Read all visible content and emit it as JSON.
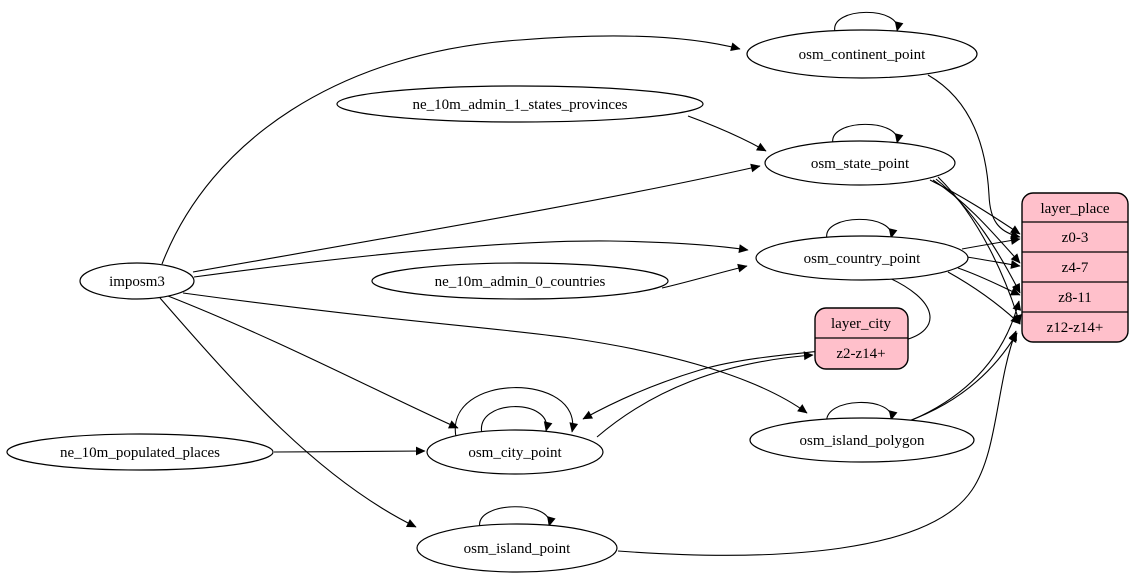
{
  "diagram": {
    "colors": {
      "background": "#ffffff",
      "node_fill": "#ffffff",
      "record_fill": "#ffc0cb",
      "stroke": "#000000",
      "text": "#000000"
    },
    "nodes": {
      "imposm3": {
        "label": "imposm3",
        "shape": "ellipse"
      },
      "ne_10m_admin_1_states_provinces": {
        "label": "ne_10m_admin_1_states_provinces",
        "shape": "ellipse"
      },
      "ne_10m_admin_0_countries": {
        "label": "ne_10m_admin_0_countries",
        "shape": "ellipse"
      },
      "ne_10m_populated_places": {
        "label": "ne_10m_populated_places",
        "shape": "ellipse"
      },
      "osm_continent_point": {
        "label": "osm_continent_point",
        "shape": "ellipse"
      },
      "osm_state_point": {
        "label": "osm_state_point",
        "shape": "ellipse"
      },
      "osm_country_point": {
        "label": "osm_country_point",
        "shape": "ellipse"
      },
      "osm_city_point": {
        "label": "osm_city_point",
        "shape": "ellipse"
      },
      "osm_island_polygon": {
        "label": "osm_island_polygon",
        "shape": "ellipse"
      },
      "osm_island_point": {
        "label": "osm_island_point",
        "shape": "ellipse"
      }
    },
    "records": {
      "layer_city": {
        "title": "layer_city",
        "rows": [
          "z2-z14+"
        ]
      },
      "layer_place": {
        "title": "layer_place",
        "rows": [
          "z0-3",
          "z4-7",
          "z8-11",
          "z12-z14+"
        ]
      }
    },
    "edges": [
      {
        "from": "imposm3",
        "to": "osm_continent_point"
      },
      {
        "from": "imposm3",
        "to": "osm_state_point"
      },
      {
        "from": "imposm3",
        "to": "osm_country_point"
      },
      {
        "from": "imposm3",
        "to": "osm_city_point"
      },
      {
        "from": "imposm3",
        "to": "osm_island_polygon"
      },
      {
        "from": "imposm3",
        "to": "osm_island_point"
      },
      {
        "from": "ne_10m_admin_1_states_provinces",
        "to": "osm_state_point"
      },
      {
        "from": "ne_10m_admin_0_countries",
        "to": "osm_country_point"
      },
      {
        "from": "ne_10m_populated_places",
        "to": "osm_city_point"
      },
      {
        "from": "osm_continent_point",
        "to": "layer_place:z0-3"
      },
      {
        "from": "osm_state_point",
        "to": "layer_place:z0-3"
      },
      {
        "from": "osm_state_point",
        "to": "layer_place:z4-7"
      },
      {
        "from": "osm_state_point",
        "to": "layer_place:z8-11"
      },
      {
        "from": "osm_state_point",
        "to": "layer_place:z12-z14+"
      },
      {
        "from": "osm_country_point",
        "to": "layer_place:z0-3"
      },
      {
        "from": "osm_country_point",
        "to": "layer_place:z4-7"
      },
      {
        "from": "osm_country_point",
        "to": "layer_place:z8-11"
      },
      {
        "from": "osm_country_point",
        "to": "layer_place:z12-z14+"
      },
      {
        "from": "osm_country_point",
        "to": "osm_city_point"
      },
      {
        "from": "osm_city_point",
        "to": "layer_city:z2-z14+"
      },
      {
        "from": "osm_island_polygon",
        "to": "layer_place:z8-11"
      },
      {
        "from": "osm_island_polygon",
        "to": "layer_place:z12-z14+"
      },
      {
        "from": "osm_island_point",
        "to": "layer_place:z12-z14+"
      },
      {
        "from": "osm_continent_point",
        "to": "osm_continent_point"
      },
      {
        "from": "osm_state_point",
        "to": "osm_state_point"
      },
      {
        "from": "osm_country_point",
        "to": "osm_country_point"
      },
      {
        "from": "osm_city_point",
        "to": "osm_city_point"
      },
      {
        "from": "osm_city_point",
        "to": "osm_city_point"
      },
      {
        "from": "osm_island_polygon",
        "to": "osm_island_polygon"
      },
      {
        "from": "osm_island_point",
        "to": "osm_island_point"
      }
    ]
  }
}
